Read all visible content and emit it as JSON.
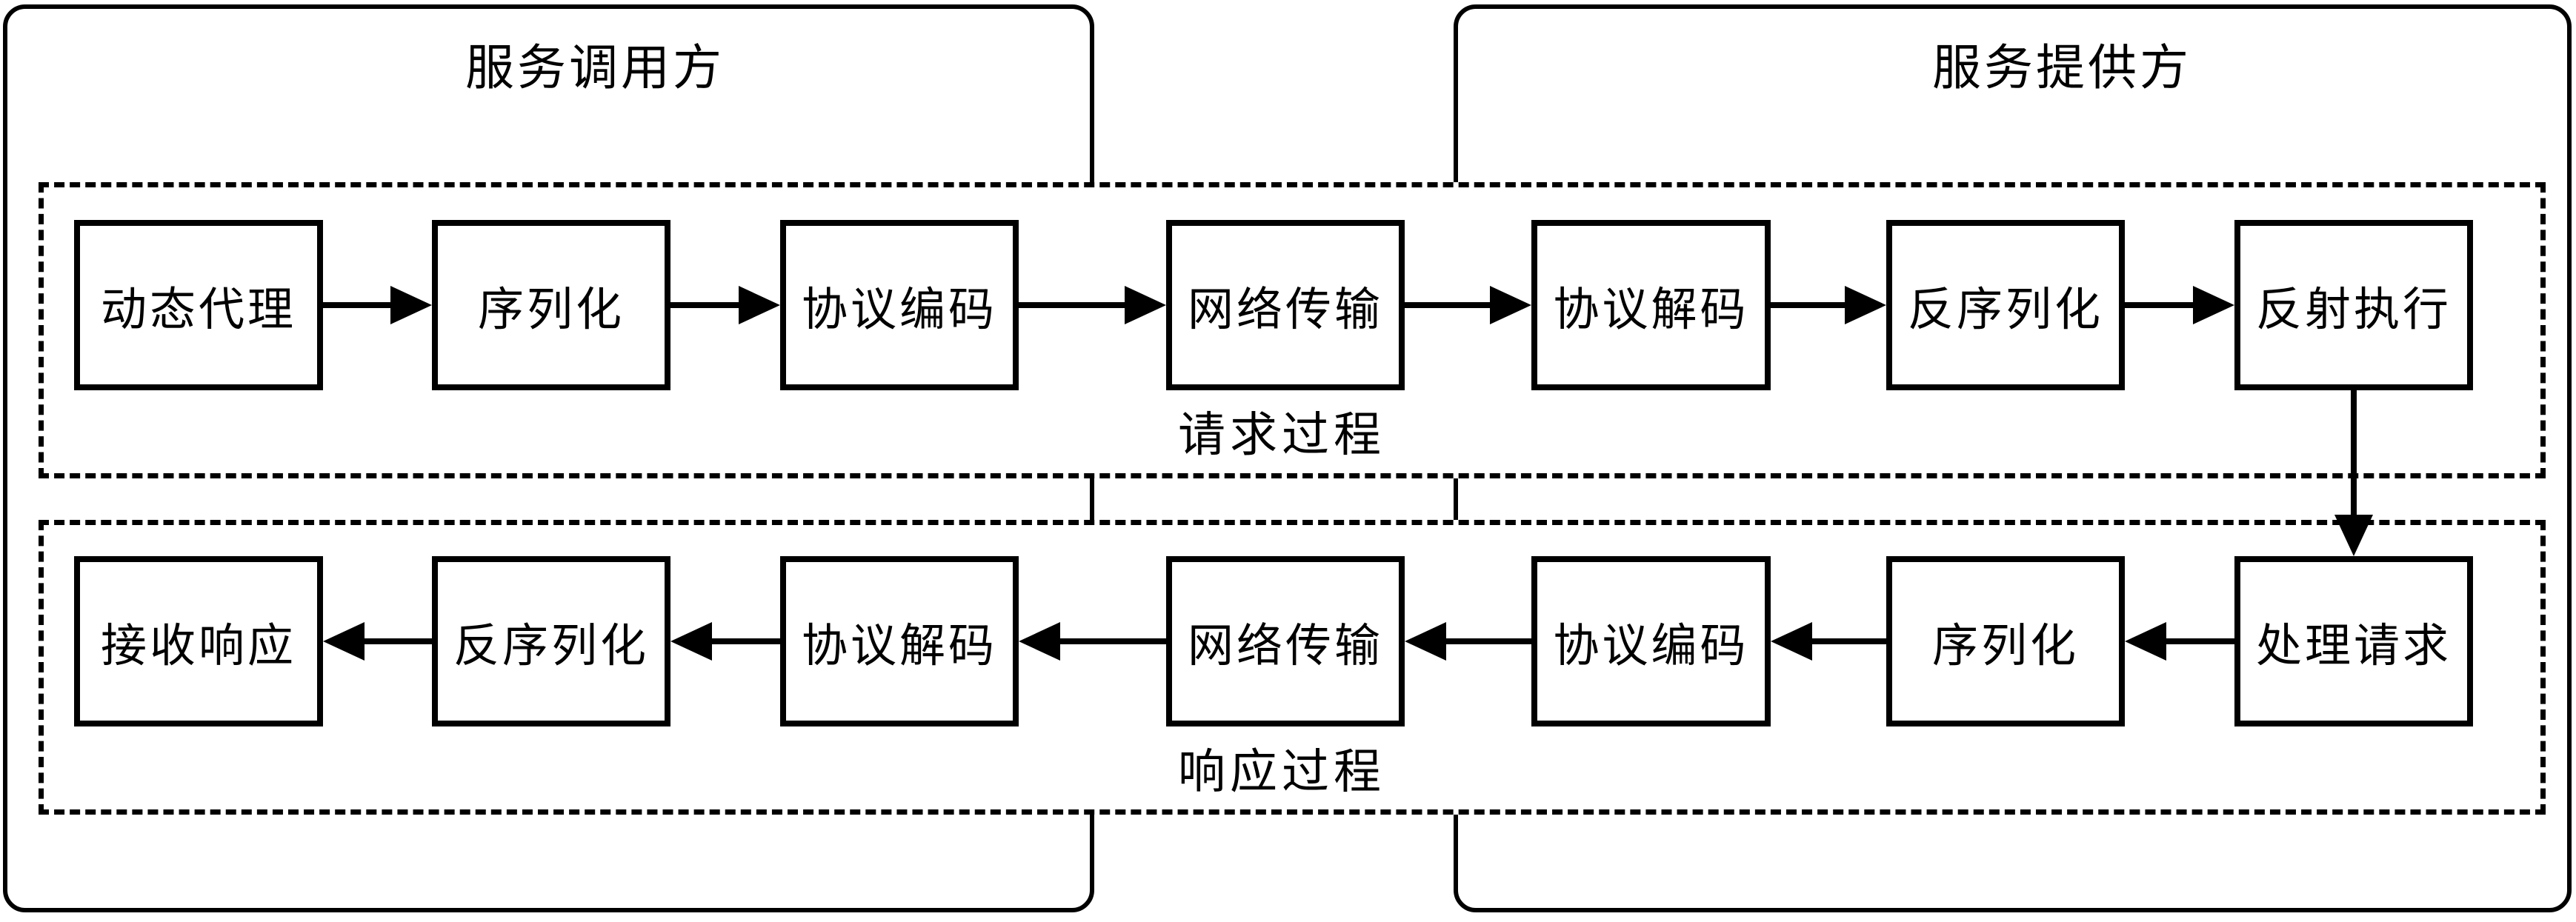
{
  "diagram": {
    "left_panel": {
      "title": "服务调用方"
    },
    "right_panel": {
      "title": "服务提供方"
    },
    "request_process": {
      "label": "请求过程",
      "direction": "left-to-right",
      "nodes": [
        "动态代理",
        "序列化",
        "协议编码",
        "网络传输",
        "协议解码",
        "反序列化",
        "反射执行"
      ]
    },
    "response_process": {
      "label": "响应过程",
      "direction": "right-to-left",
      "nodes": [
        "处理请求",
        "序列化",
        "协议编码",
        "网络传输",
        "协议解码",
        "反序列化",
        "接收响应"
      ]
    },
    "colors": {
      "line": "#000000",
      "background": "#ffffff"
    }
  }
}
